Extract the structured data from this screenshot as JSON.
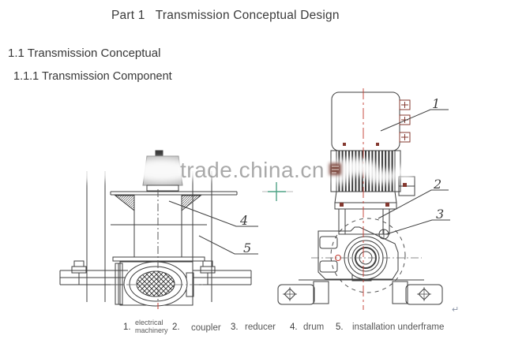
{
  "page": {
    "title": "Part 1   Transmission Conceptual Design",
    "heading_1": "1.1 Transmission Conceptual",
    "heading_2": "1.1.1 Transmission Component"
  },
  "watermark": {
    "text": "trade.china.cn"
  },
  "figure": {
    "callouts": [
      "1",
      "2",
      "3",
      "4",
      "5"
    ],
    "legend": {
      "items": [
        {
          "num": "1.",
          "label": "electrical machinery",
          "line1": "electrical",
          "line2": "machinery"
        },
        {
          "num": "2.",
          "label": "coupler"
        },
        {
          "num": "3.",
          "label": "reducer"
        },
        {
          "num": "4.",
          "label": "drum"
        },
        {
          "num": "5.",
          "label": "installation underframe"
        }
      ]
    }
  },
  "marks": {
    "return_symbol": "↵"
  },
  "colors": {
    "line": "#3f3f3f",
    "centerline_red": "#c23b30",
    "crosshair_green": "#4fa385",
    "watermark_gray": "#949494",
    "maroon": "#84382f"
  }
}
